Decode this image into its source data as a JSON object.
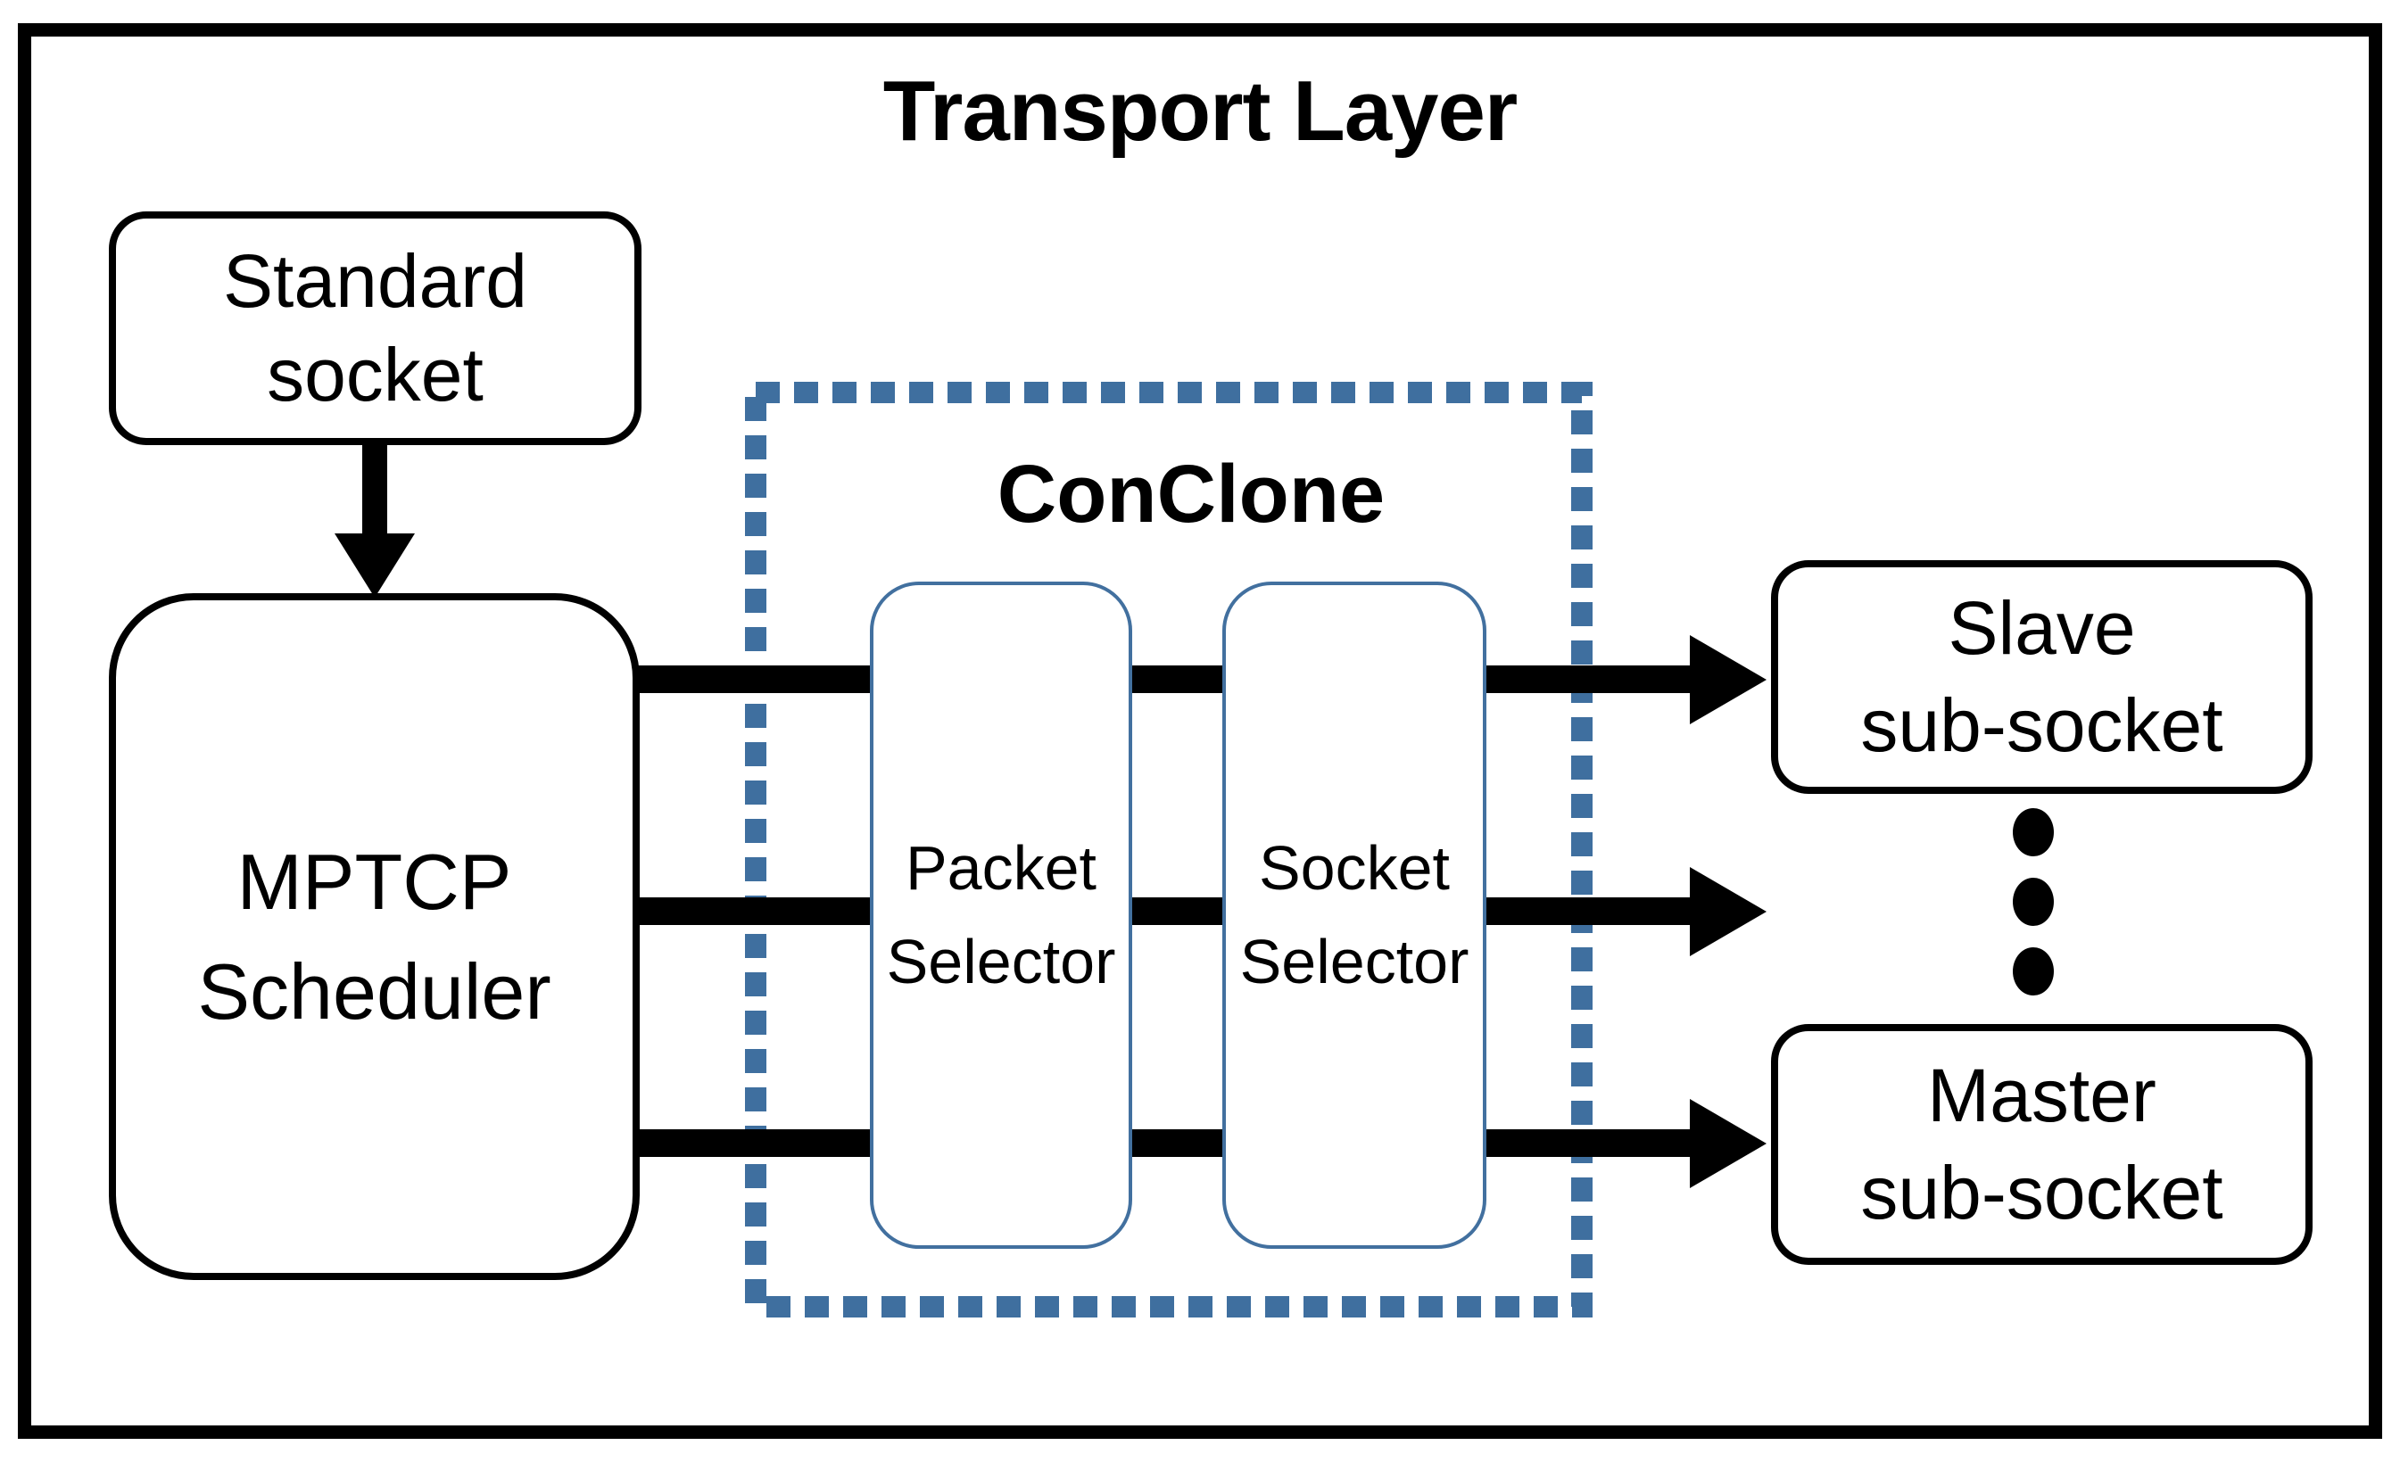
{
  "title": "Transport Layer",
  "group_label": "ConClone",
  "nodes": {
    "standard_socket": "Standard\nsocket",
    "mptcp_scheduler": "MPTCP\nScheduler",
    "packet_selector": "Packet\nSelector",
    "socket_selector": "Socket\nSelector",
    "slave_sub_socket": "Slave\nsub-socket",
    "master_sub_socket": "Master\nsub-socket"
  },
  "edges": [
    {
      "from": "Standard socket",
      "to": "MPTCP Scheduler",
      "direction": "down",
      "style": "thick-black-arrow"
    },
    {
      "from": "MPTCP Scheduler",
      "to": "Slave sub-socket",
      "direction": "right",
      "through": [
        "Packet Selector",
        "Socket Selector"
      ],
      "style": "thick-black-arrow"
    },
    {
      "from": "MPTCP Scheduler",
      "to": "ellipsis (other sub-sockets)",
      "direction": "right",
      "through": [
        "Packet Selector",
        "Socket Selector"
      ],
      "style": "thick-black-arrow"
    },
    {
      "from": "MPTCP Scheduler",
      "to": "Master sub-socket",
      "direction": "right",
      "through": [
        "Packet Selector",
        "Socket Selector"
      ],
      "style": "thick-black-arrow"
    }
  ],
  "ellipsis_dots_count": 3,
  "colors": {
    "line": "#000000",
    "dash_blue": "#3f6f9f",
    "selector_blue": "#42709f",
    "background": "#ffffff"
  }
}
